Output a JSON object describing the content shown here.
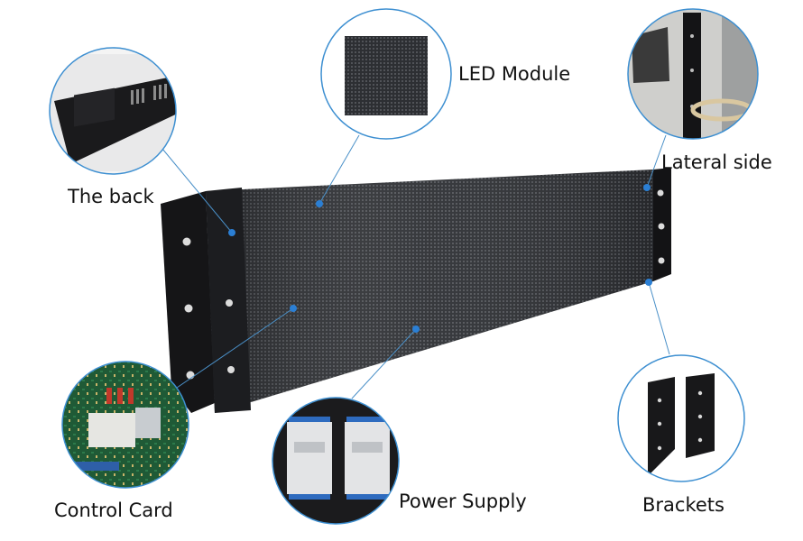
{
  "callouts": {
    "led_module": "LED Module",
    "the_back": "The back",
    "lateral_side": "Lateral side",
    "control_card": "Control Card",
    "power_supply": "Power Supply",
    "brackets": "Brackets"
  },
  "colors": {
    "callout_ring": "#3d8fd1",
    "leader_line": "#4a90c8",
    "marker_dot": "#2b7fd4",
    "panel_face": "#2a2c30",
    "panel_frame": "#141416"
  }
}
